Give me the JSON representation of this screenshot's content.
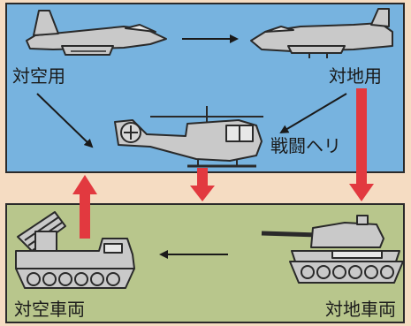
{
  "labels": {
    "anti_air": "対空用",
    "anti_ground": "対地用",
    "attack_helicopter": "戦闘ヘリ",
    "anti_air_vehicle": "対空車両",
    "anti_ground_vehicle": "対地車両"
  },
  "colors": {
    "sky_panel": "#77b3df",
    "ground_panel": "#b8c68c",
    "background": "#f5dcc2",
    "red_arrow": "#e2393f",
    "vehicle_fill": "#c9c9c9",
    "outline": "#2a2a2a"
  },
  "icons": [
    "fighter-jet-icon",
    "attack-jet-icon",
    "helicopter-icon",
    "anti-air-vehicle-icon",
    "tank-icon"
  ]
}
